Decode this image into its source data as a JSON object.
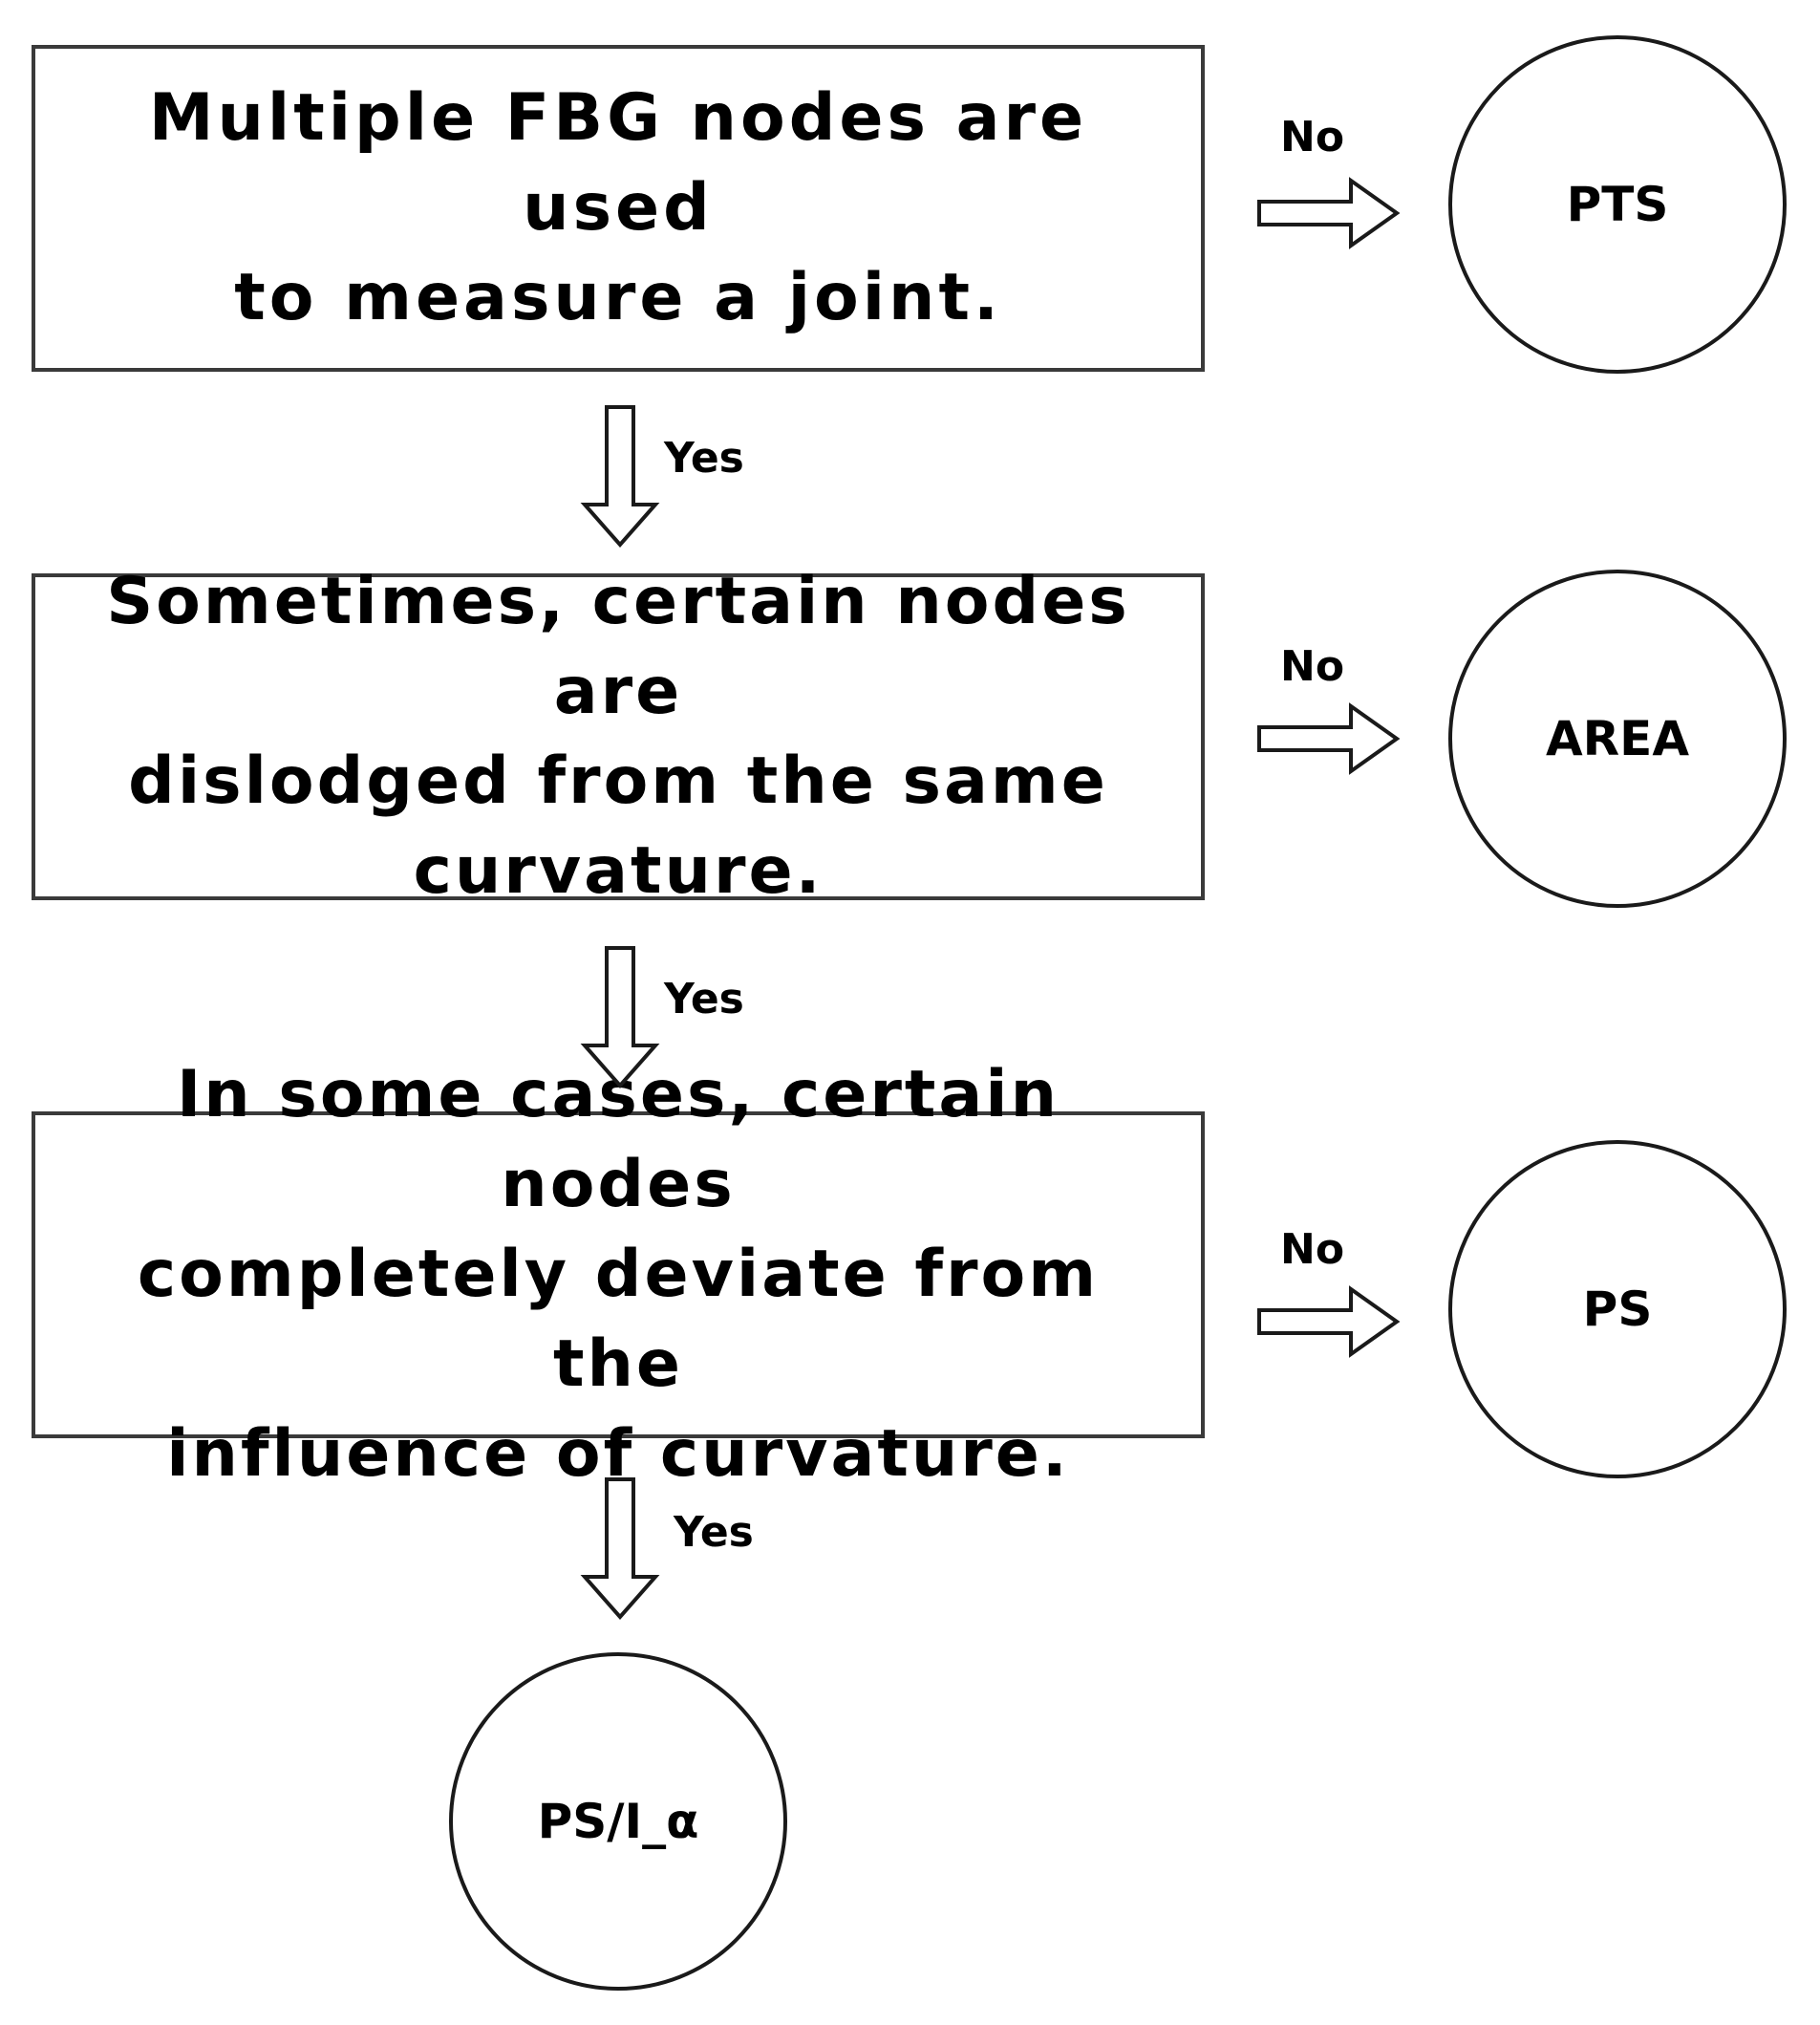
{
  "diagram": {
    "decisions": [
      {
        "text": "Multiple FBG nodes are used\nto measure a joint."
      },
      {
        "text": "Sometimes, certain nodes are\ndislodged from the same\ncurvature."
      },
      {
        "text": "In some cases, certain nodes\ncompletely deviate from the\ninfluence of curvature."
      }
    ],
    "outcomes": [
      {
        "label": "PTS"
      },
      {
        "label": "AREA"
      },
      {
        "label": "PS"
      },
      {
        "label": "PS/I_α"
      }
    ],
    "edge_labels": {
      "no": "No",
      "yes": "Yes"
    },
    "colors": {
      "box_border": "#3a3a3a",
      "circle_border": "#1a1a1a",
      "text": "#000000",
      "background": "#ffffff"
    }
  }
}
